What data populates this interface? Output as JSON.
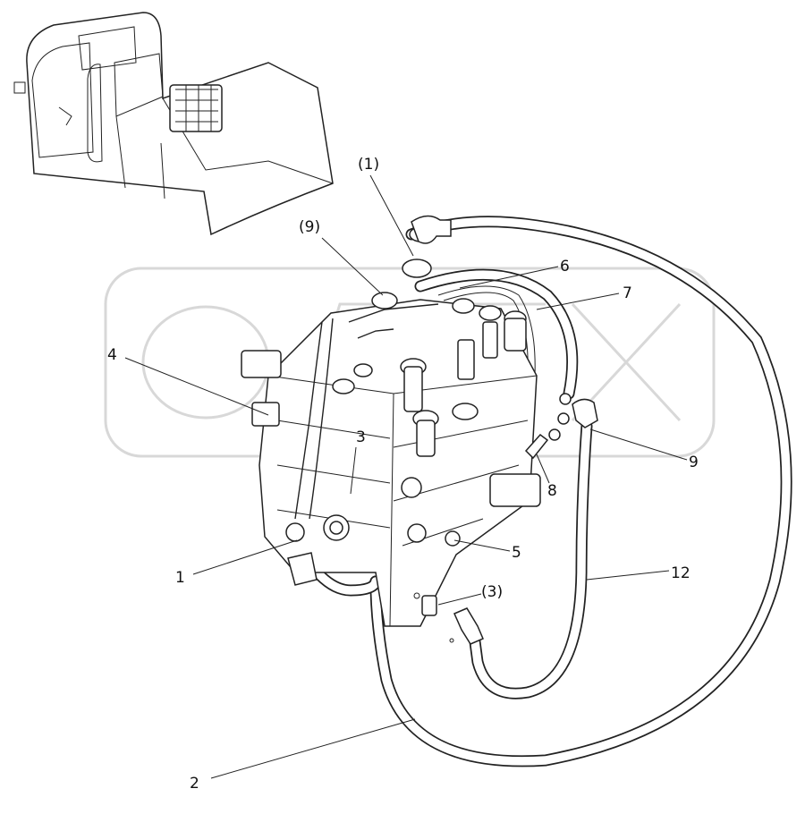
{
  "diagram": {
    "callouts": [
      {
        "id": "c-1-paren",
        "text": "(1)"
      },
      {
        "id": "c-9-paren",
        "text": "(9)"
      },
      {
        "id": "c-6",
        "text": "6"
      },
      {
        "id": "c-7",
        "text": "7"
      },
      {
        "id": "c-4",
        "text": "4"
      },
      {
        "id": "c-3",
        "text": "3"
      },
      {
        "id": "c-9",
        "text": "9"
      },
      {
        "id": "c-8",
        "text": "8"
      },
      {
        "id": "c-5",
        "text": "5"
      },
      {
        "id": "c-1",
        "text": "1"
      },
      {
        "id": "c-3-paren",
        "text": "(3)"
      },
      {
        "id": "c-12",
        "text": "12"
      },
      {
        "id": "c-2",
        "text": "2"
      }
    ],
    "watermark_text": "OPEX"
  }
}
